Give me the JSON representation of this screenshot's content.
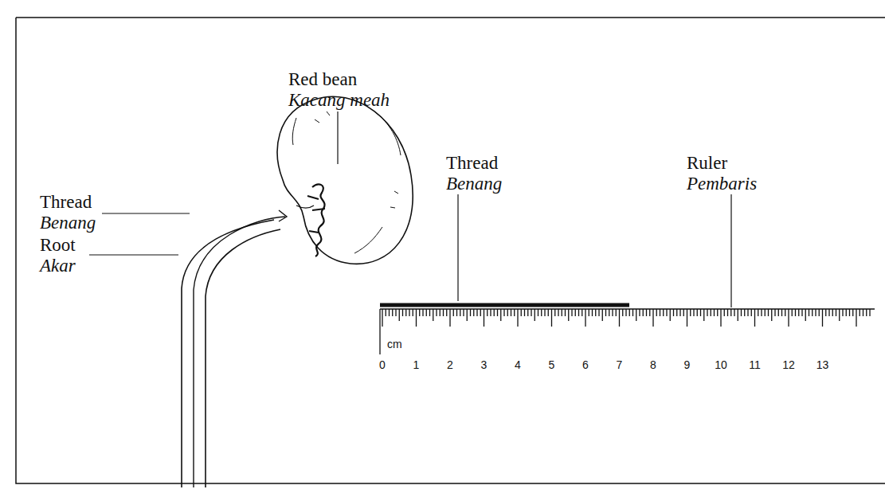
{
  "diagram": {
    "labels": [
      "Red bean",
      "Kacang meah",
      "Thread",
      "Benang",
      "Ruler",
      "Pembaris",
      "Thread",
      "Benang",
      "Root",
      "Akar",
      "cm",
      "0",
      "1",
      "2",
      "3",
      "4",
      "5",
      "6",
      "7",
      "8",
      "9",
      "10",
      "11",
      "12",
      "13"
    ]
  }
}
